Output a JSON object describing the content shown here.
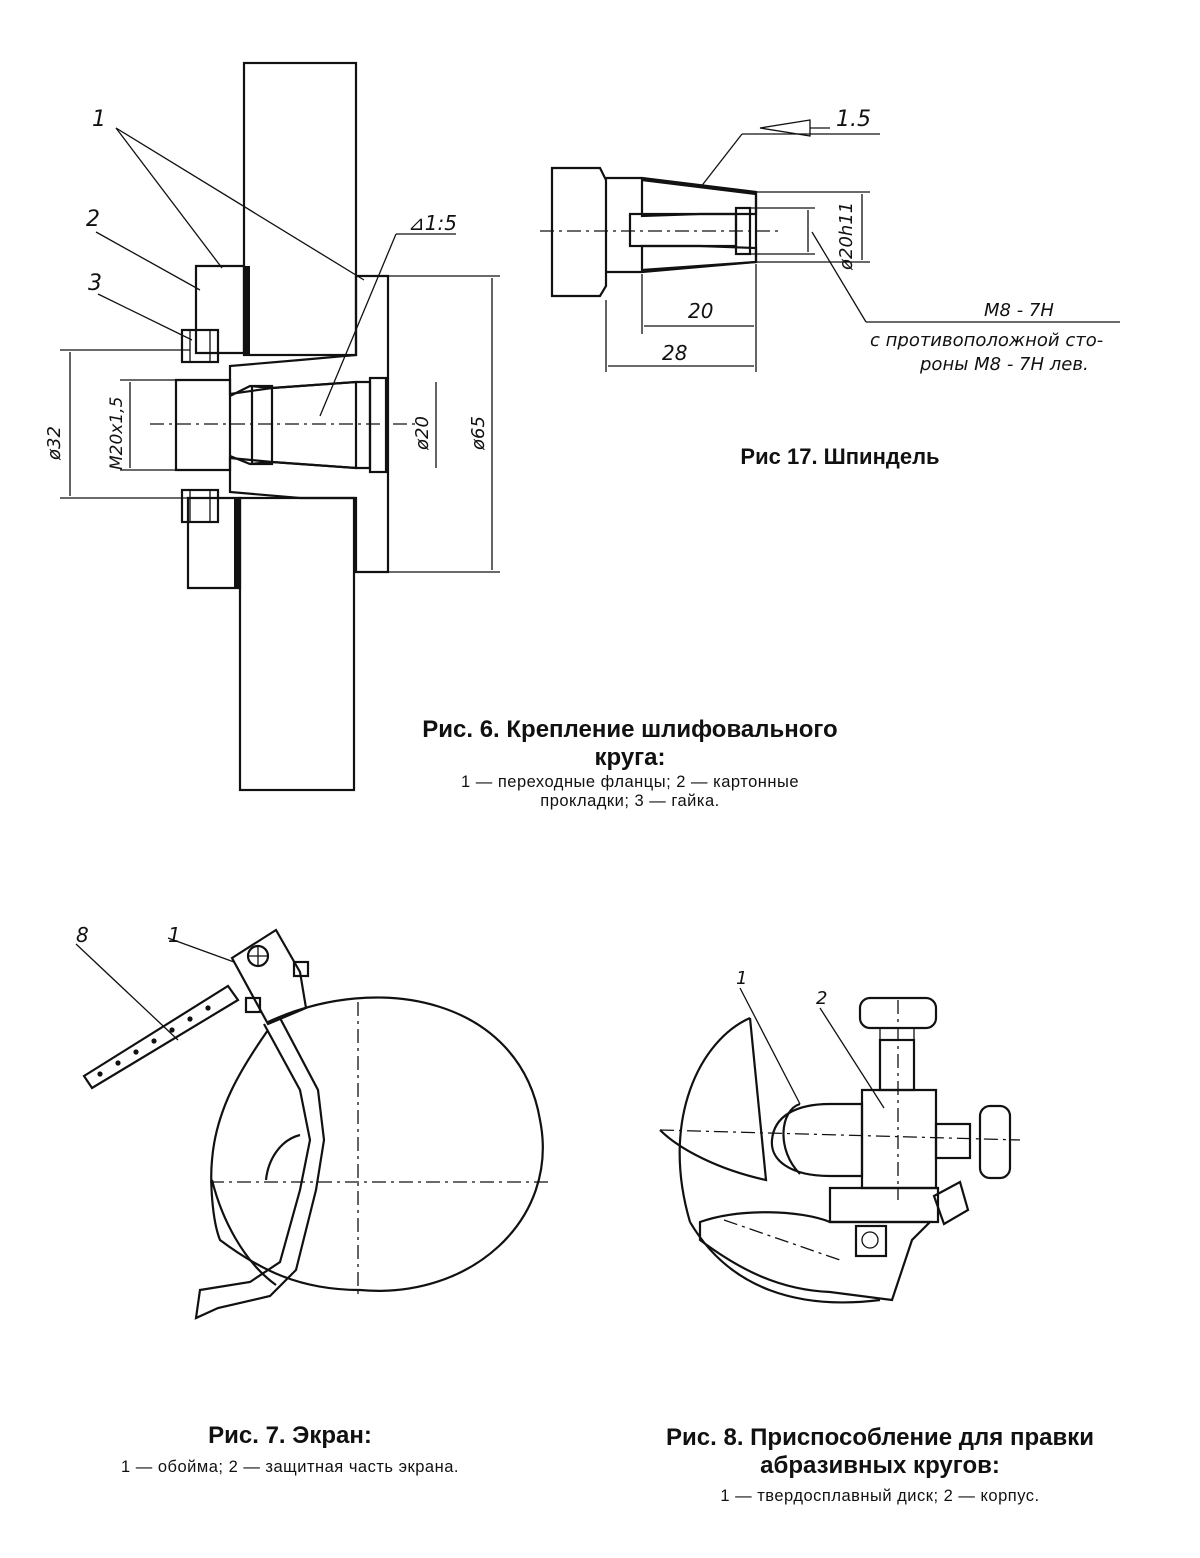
{
  "fig6": {
    "title": "Рис. 6. Крепление шлифовального",
    "title2": "круга:",
    "legend1": "1 — переходные фланцы; 2 — картонные",
    "legend2": "прокладки;  3 — гайка.",
    "callouts": [
      "1",
      "2",
      "3"
    ],
    "taper": "⊿1:5",
    "dims": {
      "d32": "ø32",
      "m20": "M20x1,5",
      "d20": "ø20",
      "d65": "ø65"
    }
  },
  "fig17": {
    "title": "Рис 17. Шпиндель",
    "taper": "1.5",
    "dims": {
      "d20h11": "ø20h11",
      "l20": "20",
      "l28": "28"
    },
    "note1": "M8 - 7H",
    "note2": "с противоположной сто-",
    "note3": "роны  M8 - 7H лев."
  },
  "fig7": {
    "title": "Рис. 7. Экран:",
    "legend": "1 — обойма; 2 — защитная часть экрана.",
    "callouts": [
      "8",
      "1"
    ]
  },
  "fig8": {
    "title": "Рис. 8. Приспособление для правки",
    "title2": "абразивных кругов:",
    "legend": "1 — твердосплавный диск; 2 — корпус.",
    "callouts": [
      "1",
      "2"
    ]
  }
}
